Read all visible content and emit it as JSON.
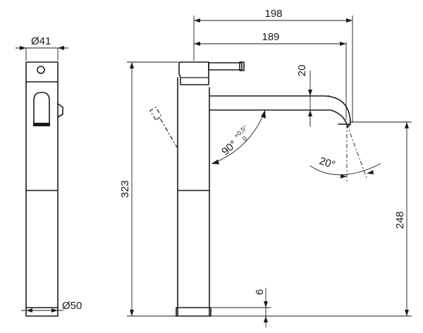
{
  "dimensions": {
    "side_top_diameter": "Ø41",
    "side_base_diameter": "Ø50",
    "overall_reach": "198",
    "spout_reach": "189",
    "handle_height": "20",
    "total_height": "323",
    "spout_height": "248",
    "base_thickness": "6",
    "handle_swing_angle": "90°",
    "handle_swing_tolerance_upper": "+0,5°",
    "handle_swing_tolerance_lower": "0",
    "spout_tilt_angle": "20°"
  }
}
